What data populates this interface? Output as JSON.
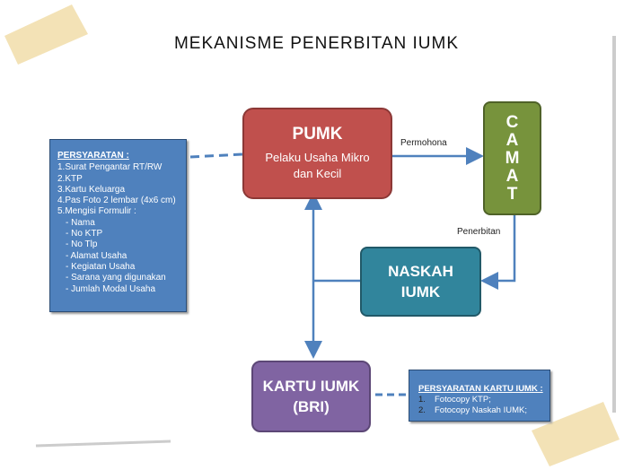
{
  "title": "MEKANISME PENERBITAN IUMK",
  "pumk": {
    "title": "PUMK",
    "subtitle_1": "Pelaku Usaha Mikro",
    "subtitle_2": "dan Kecil"
  },
  "camat": {
    "letters": [
      "C",
      "A",
      "M",
      "A",
      "T"
    ]
  },
  "naskah": {
    "line1": "NASKAH",
    "line2": "IUMK"
  },
  "kartu": {
    "line1": "KARTU IUMK",
    "line2": "(BRI)"
  },
  "labels": {
    "permohonan": "Permohona",
    "penerbitan": "Penerbitan"
  },
  "requirements": {
    "heading": "PERSYARATAN :",
    "items": [
      "1.Surat Pengantar RT/RW",
      "2.KTP",
      "3.Kartu Keluarga",
      "4.Pas Foto 2 lembar (4x6 cm)",
      "5.Mengisi Formulir :"
    ],
    "sub_items": [
      "-  Nama",
      "-  No KTP",
      "-  No Tlp",
      "-  Alamat Usaha",
      "-  Kegiatan Usaha",
      "-  Sarana yang digunakan",
      "-  Jumlah Modal Usaha"
    ]
  },
  "card_requirements": {
    "heading": "PERSYARATAN KARTU IUMK :",
    "items": [
      {
        "num": "1.",
        "text": "Fotocopy KTP;"
      },
      {
        "num": "2.",
        "text": "Fotocopy Naskah IUMK;"
      }
    ]
  },
  "colors": {
    "arrow": "#4f81bd",
    "pumk": "#c0504d",
    "camat": "#77933c",
    "naskah": "#31859c",
    "kartu": "#8064a2"
  }
}
